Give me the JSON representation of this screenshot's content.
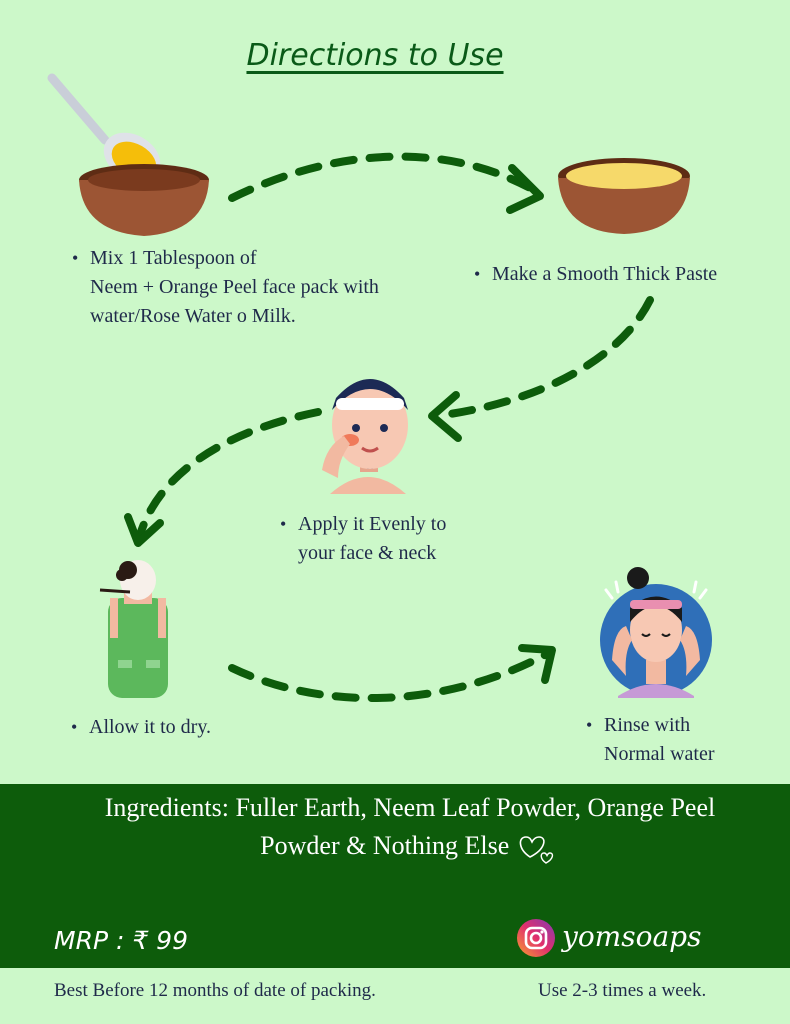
{
  "title": "Directions to Use",
  "steps": [
    {
      "bullet": "•",
      "lines": [
        "Mix 1 Tablespoon of",
        "Neem + Orange Peel face pack with",
        "water/Rose Water o Milk."
      ]
    },
    {
      "bullet": "•",
      "lines": [
        "Make a Smooth Thick Paste"
      ]
    },
    {
      "bullet": "•",
      "lines": [
        "Apply it Evenly to",
        "your face & neck"
      ]
    },
    {
      "bullet": "•",
      "lines": [
        "Allow it to dry."
      ]
    },
    {
      "bullet": "•",
      "lines": [
        "Rinse with",
        "Normal  water"
      ]
    }
  ],
  "ingredients": {
    "label": "Ingredients:",
    "line1": "Fuller Earth, Neem Leaf Powder, Orange Peel",
    "line2": "Powder & Nothing Else"
  },
  "mrp": "MRP : ₹ 99",
  "instagram_handle": "yomsoaps",
  "best_before": "Best Before 12 months of date of packing.",
  "frequency": "Use 2-3 times a week.",
  "colors": {
    "background": "#ccf8c9",
    "band": "#0d5c0b",
    "arrow": "#0d5c0b",
    "title": "#0a5a18",
    "text": "#1f2a4a"
  },
  "icons": [
    "spoon-icon",
    "bowl-icon",
    "paste-bowl-icon",
    "face-applying-icon",
    "mask-woman-icon",
    "rinse-woman-icon",
    "heart-icon",
    "instagram-icon"
  ]
}
